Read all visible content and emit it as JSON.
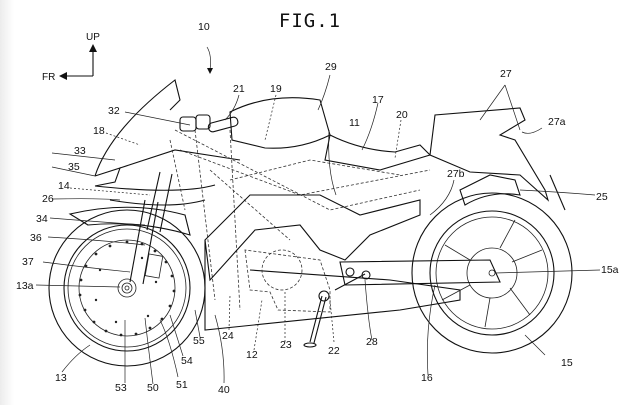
{
  "figure": {
    "title": "FIG.1",
    "direction_indicator": {
      "up_label": "UP",
      "front_label": "FR"
    },
    "reference_labels": {
      "vehicle": "10",
      "frame": "11",
      "power_unit": "12",
      "front_wheel": "13",
      "front_axle": "13a",
      "front_fork_cover": "14",
      "rear_wheel": "15",
      "rear_axle": "15a",
      "swing_arm": "16",
      "seat": "17",
      "headlight": "18",
      "pipe_19": "19",
      "pipe_20": "20",
      "handlebar": "21",
      "pivot_22": "22",
      "motor_23": "23",
      "part_24": "24",
      "rear_fender": "25",
      "front_fender": "26",
      "rear_cowl": "27",
      "rear_cowl_a": "27a",
      "rear_cowl_b": "27b",
      "step": "28",
      "fuel_tank_cover": "29",
      "mirror_32": "32",
      "cowl_33": "33",
      "fork_34": "34",
      "lamp_35": "35",
      "caliper_36": "36",
      "sensor_37": "37",
      "under_cover": "40",
      "brake_disc": "50",
      "pad_51": "51",
      "hub_53": "53",
      "rim_54": "54",
      "hose_55": "55"
    }
  }
}
